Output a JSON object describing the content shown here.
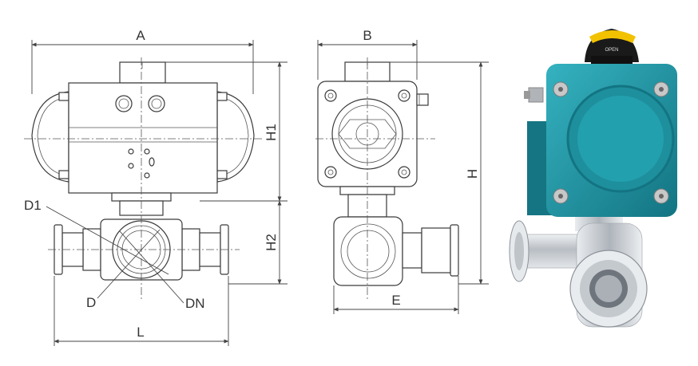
{
  "labels": {
    "A": "A",
    "B": "B",
    "H1": "H1",
    "H2": "H2",
    "H": "H",
    "D1": "D1",
    "D": "D",
    "DN": "DN",
    "L": "L",
    "E": "E"
  },
  "photo": {
    "indicator_text": "OPEN",
    "colors": {
      "actuator": "#1f95a3",
      "actuator_dark": "#167582",
      "indicator": "#1a1a1a",
      "indicator_yellow": "#f2c200",
      "steel": "#c9cdd2"
    }
  }
}
